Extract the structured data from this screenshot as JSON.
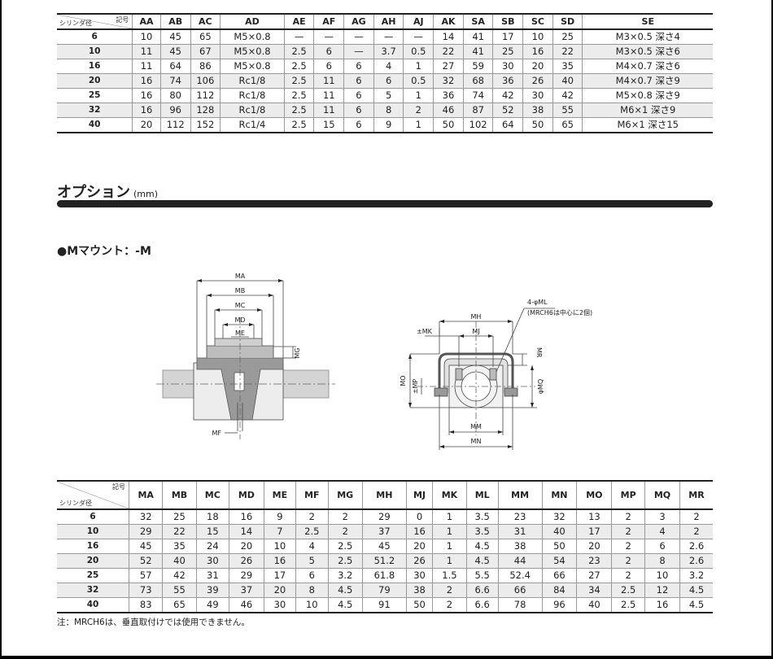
{
  "table1": {
    "corner_top": "記号",
    "corner_bottom": "シリンダ径",
    "columns": [
      "AA",
      "AB",
      "AC",
      "AD",
      "AE",
      "AF",
      "AG",
      "AH",
      "AJ",
      "AK",
      "SA",
      "SB",
      "SC",
      "SD",
      "SE"
    ],
    "rows": [
      [
        "6",
        "10",
        "45",
        "65",
        "M5×0.8",
        "—",
        "—",
        "—",
        "—",
        "—",
        "14",
        "41",
        "17",
        "10",
        "25",
        "M3×0.5 深さ4"
      ],
      [
        "10",
        "11",
        "45",
        "67",
        "M5×0.8",
        "2.5",
        "6",
        "—",
        "3.7",
        "0.5",
        "22",
        "41",
        "25",
        "16",
        "22",
        "M3×0.5 深さ6"
      ],
      [
        "16",
        "11",
        "64",
        "86",
        "M5×0.8",
        "2.5",
        "6",
        "6",
        "4",
        "1",
        "27",
        "59",
        "30",
        "20",
        "35",
        "M4×0.7 深さ6"
      ],
      [
        "20",
        "16",
        "74",
        "106",
        "Rc1/8",
        "2.5",
        "11",
        "6",
        "6",
        "0.5",
        "32",
        "68",
        "36",
        "26",
        "40",
        "M4×0.7 深さ9"
      ],
      [
        "25",
        "16",
        "80",
        "112",
        "Rc1/8",
        "2.5",
        "11",
        "6",
        "5",
        "1",
        "36",
        "74",
        "42",
        "30",
        "42",
        "M5×0.8 深さ9"
      ],
      [
        "32",
        "16",
        "96",
        "128",
        "Rc1/8",
        "2.5",
        "11",
        "6",
        "8",
        "2",
        "46",
        "87",
        "52",
        "38",
        "55",
        "M6×1 深さ9"
      ],
      [
        "40",
        "20",
        "112",
        "152",
        "Rc1/4",
        "2.5",
        "15",
        "6",
        "9",
        "1",
        "50",
        "102",
        "64",
        "50",
        "65",
        "M6×1 深さ15"
      ]
    ]
  },
  "section": {
    "title": "オプション",
    "unit": "(mm)"
  },
  "subsection": {
    "title": "●Mマウント：-M"
  },
  "drawing": {
    "left_labels": {
      "ma": "MA",
      "mb": "MB",
      "mc": "MC",
      "md": "MD",
      "me": "ME",
      "mg": "MG",
      "mf": "MF"
    },
    "right_labels": {
      "ml": "4-φML",
      "ml_note": "(MRCH6は中心に2個)",
      "mh": "MH",
      "mk": "±MK",
      "mj": "MJ",
      "mr": "MR",
      "mo": "MO",
      "mp": "±MP",
      "mq": "φMQ",
      "mm": "MM",
      "mn": "MN"
    }
  },
  "table2": {
    "corner_top": "記号",
    "corner_bottom": "シリンダ径",
    "columns": [
      "MA",
      "MB",
      "MC",
      "MD",
      "ME",
      "MF",
      "MG",
      "MH",
      "MJ",
      "MK",
      "ML",
      "MM",
      "MN",
      "MO",
      "MP",
      "MQ",
      "MR"
    ],
    "rows": [
      [
        "6",
        "32",
        "25",
        "18",
        "16",
        "9",
        "2",
        "2",
        "29",
        "0",
        "1",
        "3.5",
        "23",
        "32",
        "13",
        "2",
        "3",
        "2"
      ],
      [
        "10",
        "29",
        "22",
        "15",
        "14",
        "7",
        "2.5",
        "2",
        "37",
        "16",
        "1",
        "3.5",
        "31",
        "40",
        "17",
        "2",
        "4",
        "2"
      ],
      [
        "16",
        "45",
        "35",
        "24",
        "20",
        "10",
        "4",
        "2.5",
        "45",
        "20",
        "1",
        "4.5",
        "38",
        "50",
        "20",
        "2",
        "6",
        "2.6"
      ],
      [
        "20",
        "52",
        "40",
        "30",
        "26",
        "16",
        "5",
        "2.5",
        "51.2",
        "26",
        "1",
        "4.5",
        "44",
        "54",
        "23",
        "2",
        "8",
        "2.6"
      ],
      [
        "25",
        "57",
        "42",
        "31",
        "29",
        "17",
        "6",
        "3.2",
        "61.8",
        "30",
        "1.5",
        "5.5",
        "52.4",
        "66",
        "27",
        "2",
        "10",
        "3.2"
      ],
      [
        "32",
        "73",
        "55",
        "39",
        "37",
        "20",
        "8",
        "4.5",
        "79",
        "38",
        "2",
        "6.6",
        "66",
        "84",
        "34",
        "2.5",
        "12",
        "4.5"
      ],
      [
        "40",
        "83",
        "65",
        "49",
        "46",
        "30",
        "10",
        "4.5",
        "91",
        "50",
        "2",
        "6.6",
        "78",
        "96",
        "40",
        "2.5",
        "16",
        "4.5"
      ]
    ]
  },
  "note": "注：MRCH6は、垂直取付けでは使用できません。"
}
